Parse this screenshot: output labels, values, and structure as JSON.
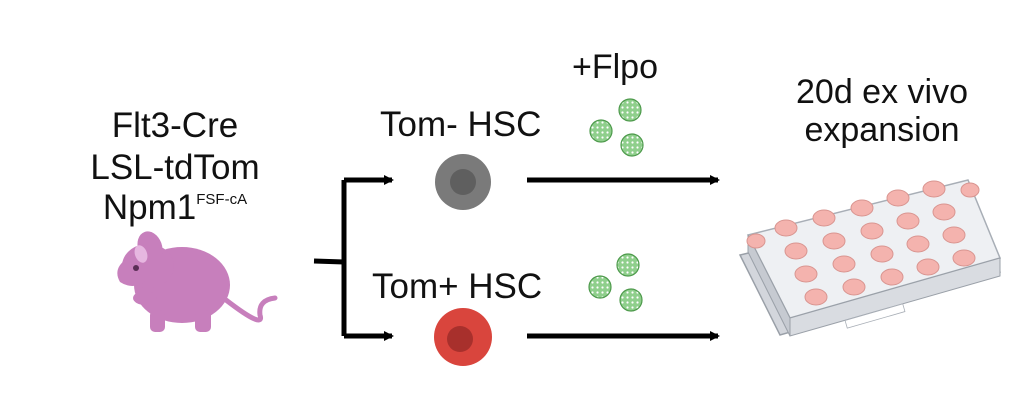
{
  "mouse": {
    "genotype_line1": "Flt3-Cre",
    "genotype_line2": "LSL-tdTom",
    "genotype_line3_base": "Npm1",
    "genotype_line3_sup": "FSF-cA"
  },
  "branches": {
    "top_label": "Tom- HSC",
    "bottom_label": "Tom+ HSC"
  },
  "treatment_label": "+Flpo",
  "outcome": {
    "line1": "20d ex vivo",
    "line2": "expansion"
  },
  "colors": {
    "mouse": "#c77fbc",
    "tom_neg_cell": "#7a7a7a",
    "tom_pos_cell": "#d9453d",
    "virus": "#7cc47a",
    "plate": "#e6e8ec",
    "well": "#f4b3ae",
    "arrow": "#000000"
  },
  "icons": [
    "mouse-icon",
    "tom-negative-cell-icon",
    "tom-positive-cell-icon",
    "flpo-virus-icon",
    "well-plate-icon"
  ]
}
